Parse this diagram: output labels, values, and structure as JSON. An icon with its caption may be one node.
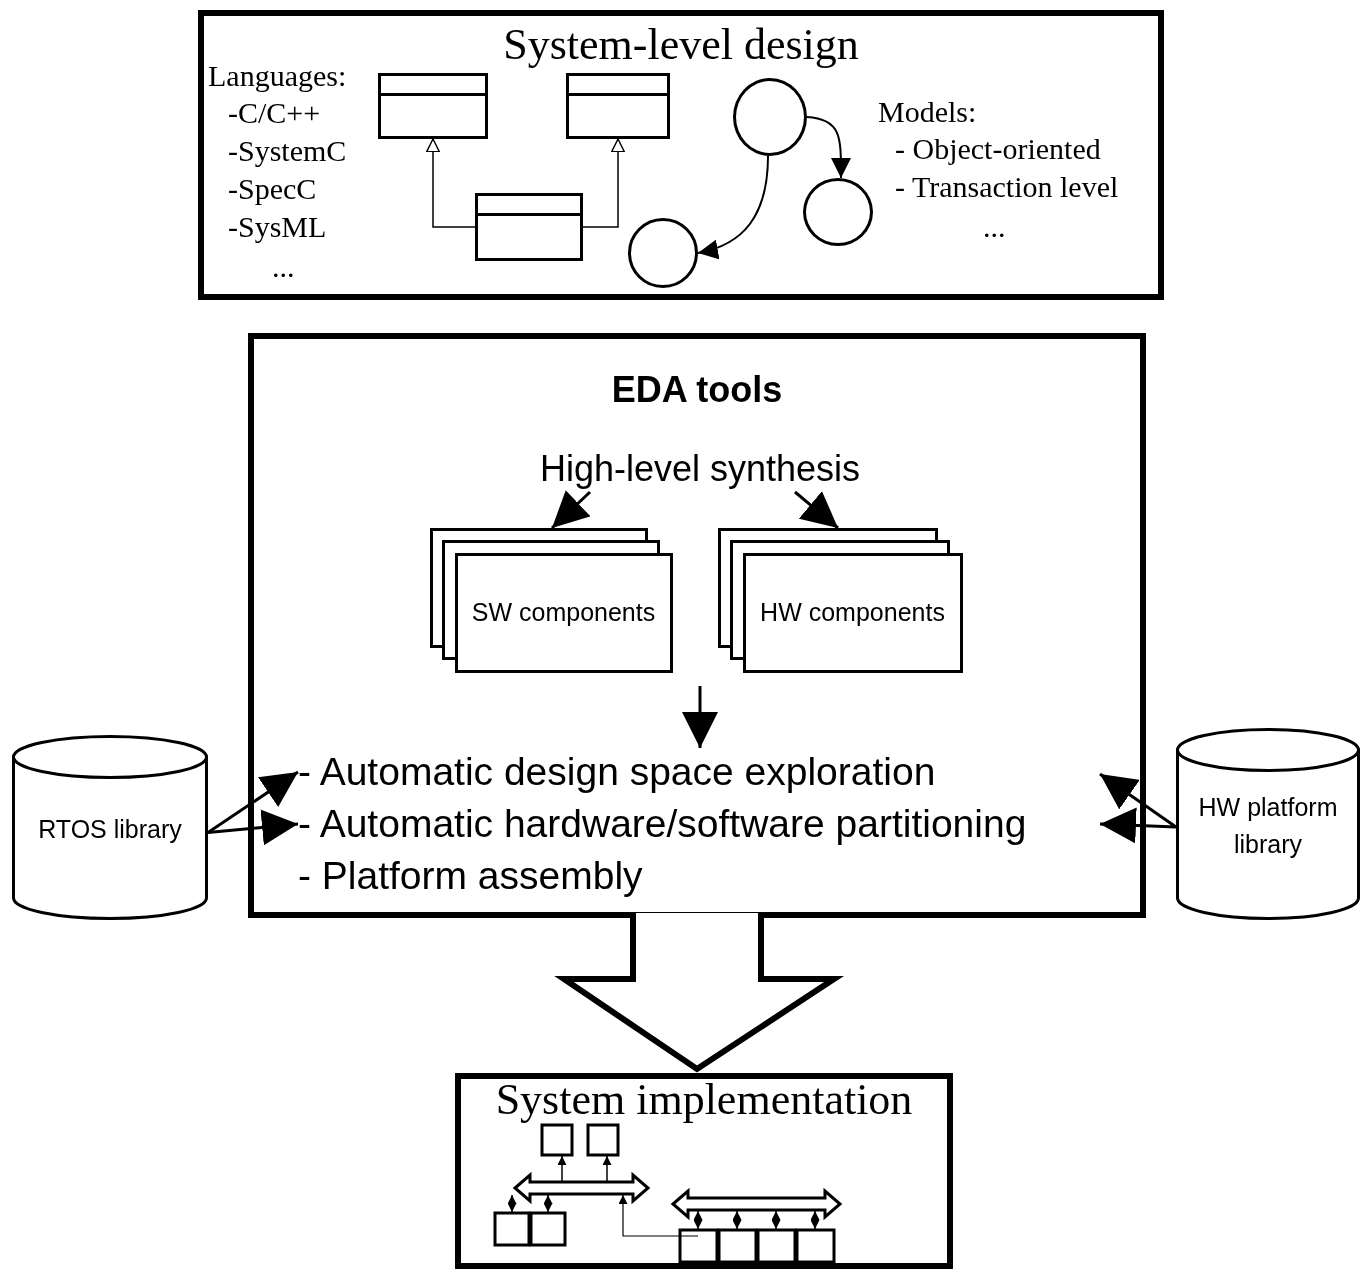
{
  "diagram": {
    "nodes": [
      {
        "text": [
          "System-level design"
        ]
      },
      {
        "text": [],
        "shape": "box",
        "in": 0
      },
      {
        "text": [],
        "shape": "box",
        "in": 0
      },
      {
        "text": [],
        "shape": "box",
        "in": 0
      },
      {
        "text": [],
        "shape": "circle",
        "in": 0
      },
      {
        "text": [],
        "shape": "circle",
        "in": 0
      },
      {
        "text": [],
        "shape": "circle",
        "in": 0
      },
      {
        "text": [
          "EDA tools"
        ]
      },
      {
        "text": [
          "High-level synthesis"
        ],
        "in": 7
      },
      {
        "text": [
          "SW components"
        ],
        "in": 7
      },
      {
        "text": [
          "HW components"
        ],
        "in": 7
      },
      {
        "text": [
          "- Automatic design space exploration"
        ],
        "in": 7
      },
      {
        "text": [
          "- Automatic hardware/software partitioning"
        ],
        "in": 7
      },
      {
        "text": [
          "- Platform assembly"
        ],
        "in": 7
      },
      {
        "text": [
          "RTOS library"
        ]
      },
      {
        "text": [
          "HW platform library"
        ]
      },
      {
        "text": [
          "System implementation"
        ]
      }
    ],
    "edges": [
      {
        "from": 3,
        "to": 1,
        "arrow": "to"
      },
      {
        "from": 3,
        "to": 2,
        "arrow": "to"
      },
      {
        "from": 4,
        "to": 6,
        "arrow": "to"
      },
      {
        "from": 4,
        "to": 5,
        "arrow": "to"
      },
      {
        "from": 8,
        "to": 9,
        "arrow": "to"
      },
      {
        "from": 8,
        "to": 10,
        "arrow": "to"
      },
      {
        "from": null,
        "to": 11,
        "arrow": "to"
      },
      {
        "from": 14,
        "to": 11,
        "arrow": "to"
      },
      {
        "from": 14,
        "to": 12,
        "arrow": "to"
      },
      {
        "from": 15,
        "to": null,
        "arrow": "to"
      },
      {
        "from": 15,
        "to": 12,
        "arrow": "to"
      },
      {
        "from": 7,
        "to": 16,
        "arrow": "to",
        "style": "thick"
      }
    ],
    "labels": [
      "Languages:",
      "-C/C++",
      "-SystemC",
      "-SpecC",
      "-SysML",
      "...",
      "Models:",
      "- Object-oriented",
      "- Transaction level",
      "..."
    ]
  }
}
